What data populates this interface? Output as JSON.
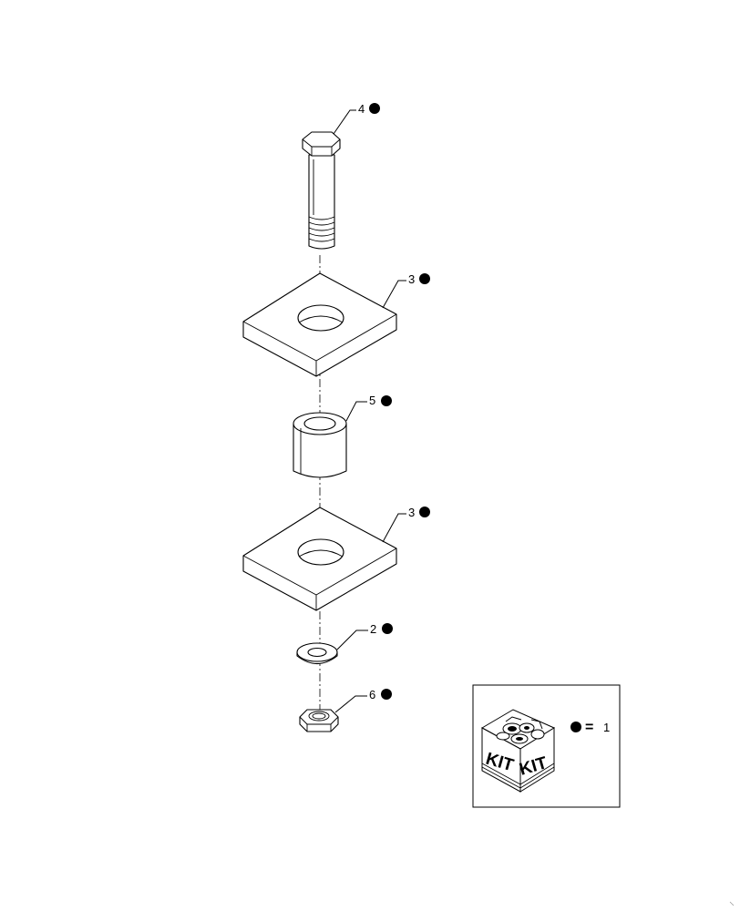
{
  "callouts": [
    {
      "id": "bolt",
      "number": "4"
    },
    {
      "id": "plate-top",
      "number": "3"
    },
    {
      "id": "bushing",
      "number": "5"
    },
    {
      "id": "plate-bottom",
      "number": "3"
    },
    {
      "id": "washer",
      "number": "2"
    },
    {
      "id": "nut",
      "number": "6"
    }
  ],
  "legend": {
    "kit_label_left": "KIT",
    "kit_label_right": "KIT",
    "equals": "=",
    "quantity": "1"
  }
}
